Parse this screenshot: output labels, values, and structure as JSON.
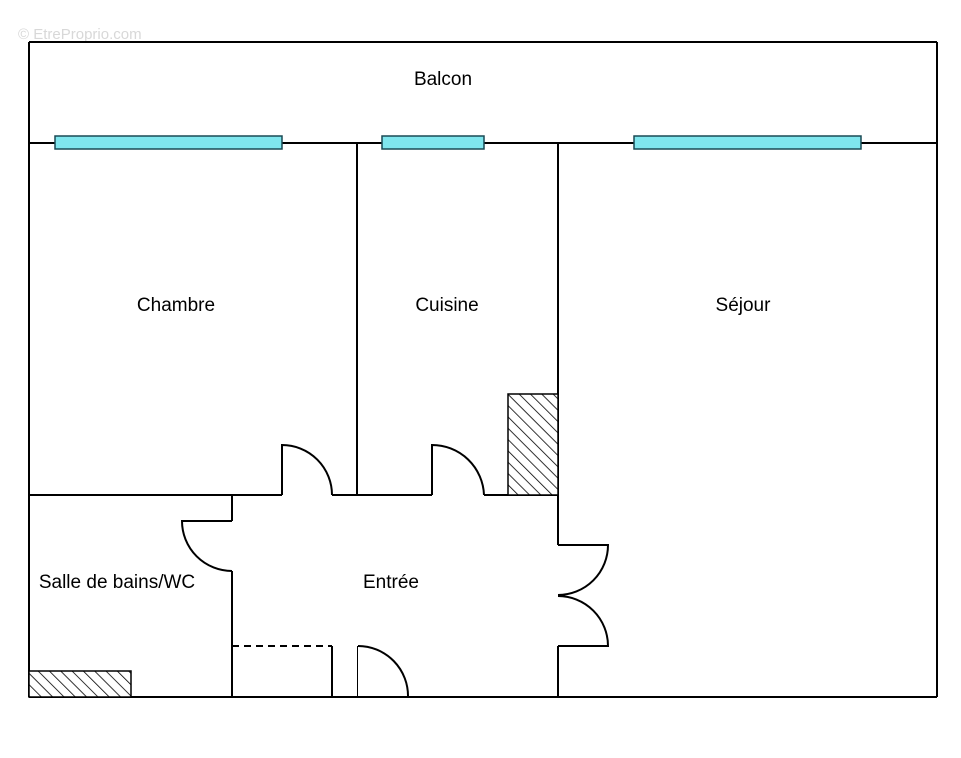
{
  "watermark": "© EtreProprio.com",
  "rooms": {
    "balcon": "Balcon",
    "chambre": "Chambre",
    "cuisine": "Cuisine",
    "sejour": "Séjour",
    "salle_de_bains": "Salle de bains/WC",
    "entree": "Entrée"
  },
  "colors": {
    "window_fill": "#7fe6ee",
    "window_stroke": "#1a4a55",
    "wall": "#000000",
    "watermark": "#d8d8d8"
  }
}
